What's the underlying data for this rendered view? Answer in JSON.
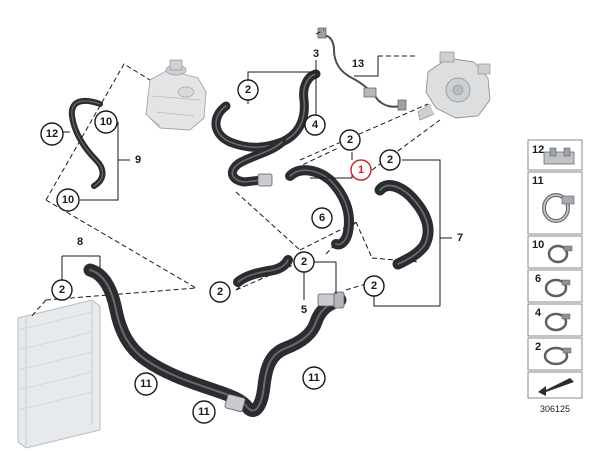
{
  "diagram_number": "306125",
  "highlight_color": "#c8202f",
  "callouts": {
    "c1": "1",
    "c2_a": "2",
    "c2_b": "2",
    "c2_c": "2",
    "c2_d": "2",
    "c2_e": "2",
    "c2_f": "2",
    "c2_g": "2",
    "c4": "4",
    "c6": "6",
    "c10_a": "10",
    "c10_b": "10",
    "c11_a": "11",
    "c11_b": "11",
    "c11_c": "11",
    "c12": "12"
  },
  "group_labels": {
    "g3": "3",
    "g5": "5",
    "g7": "7",
    "g8": "8",
    "g9": "9",
    "g13": "13"
  },
  "legend": {
    "items": [
      {
        "number": "12",
        "icon": "clip-icon"
      },
      {
        "number": "11",
        "icon": "hose-clamp-icon"
      },
      {
        "number": "10",
        "icon": "spring-clamp-icon"
      },
      {
        "number": "6",
        "icon": "spring-clamp-icon"
      },
      {
        "number": "4",
        "icon": "spring-clamp-icon"
      },
      {
        "number": "2",
        "icon": "spring-clamp-icon"
      }
    ],
    "arrow_icon": "direction-arrow-icon"
  }
}
